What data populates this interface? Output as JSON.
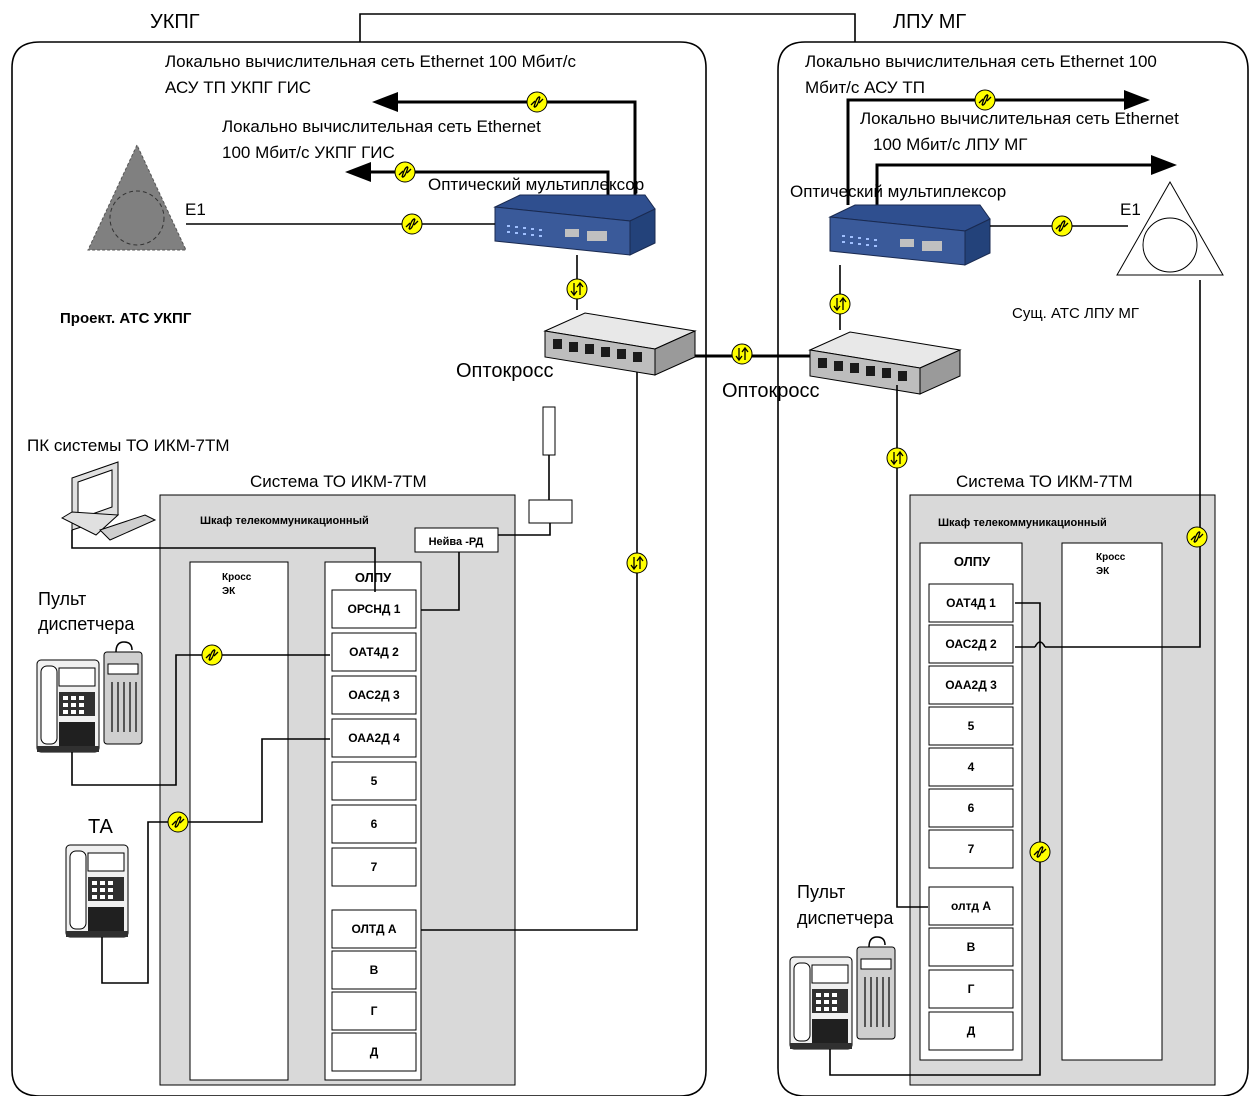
{
  "left": {
    "title": "УКПГ",
    "lan1": [
      "Локально вычислительная сеть Ethernet 100 Мбит/с",
      "АСУ ТП УКПГ ГИС"
    ],
    "lan2": [
      "Локально вычислительная сеть Ethernet",
      "100 Мбит/с  УКПГ ГИС"
    ],
    "mux_label": "Оптический мультиплексор",
    "e1_label": "E1",
    "ats_label": "Проект. АТС УКПГ",
    "optocross_label": "Оптокросс",
    "pc_label": "ПК системы ТО ИКМ-7ТМ",
    "system_label": "Система ТО ИКМ-7ТМ",
    "cabinet_label": "Шкаф телекоммуникационный",
    "neiva_label": "Нейва -РД",
    "cross_label": [
      "Кросс",
      "ЭК"
    ],
    "olpu_label": "ОЛПУ",
    "slots": [
      "ОРСНД 1",
      "ОАТ4Д 2",
      "ОАС2Д 3",
      "ОАА2Д 4",
      "5",
      "6",
      "7",
      "ОЛТД  А",
      "В",
      "Г",
      "Д"
    ],
    "console_label": [
      "Пульт",
      "диспетчера"
    ],
    "ta_label": "ТА"
  },
  "right": {
    "title": "ЛПУ МГ",
    "lan1": [
      "Локально вычислительная сеть Ethernet 100",
      "Мбит/с  АСУ ТП"
    ],
    "lan2": [
      "Локально вычислительная сеть Ethernet",
      "100 Мбит/с  ЛПУ МГ"
    ],
    "mux_label": "Оптический мультиплексор",
    "e1_label": "E1",
    "ats_label": "Сущ. АТС ЛПУ МГ",
    "optocross_label": "Оптокросс",
    "system_label": "Система ТО ИКМ-7ТМ",
    "cabinet_label": "Шкаф телекоммуникационный",
    "olpu_label": "ОЛПУ",
    "cross_label": [
      "Кросс",
      "ЭК"
    ],
    "slots": [
      "ОАТ4Д 1",
      "ОАС2Д 2",
      "ОАА2Д 3",
      "5",
      "4",
      "6",
      "7",
      "олтд  А",
      "В",
      "Г",
      "Д"
    ],
    "console_label": [
      "Пульт",
      "диспетчера"
    ]
  },
  "colors": {
    "fiber_marker": "#ffff00",
    "mux_body": "#3a5a9a",
    "ats_left_fill": "#808080",
    "cabinet_fill": "#d9d9d9"
  }
}
